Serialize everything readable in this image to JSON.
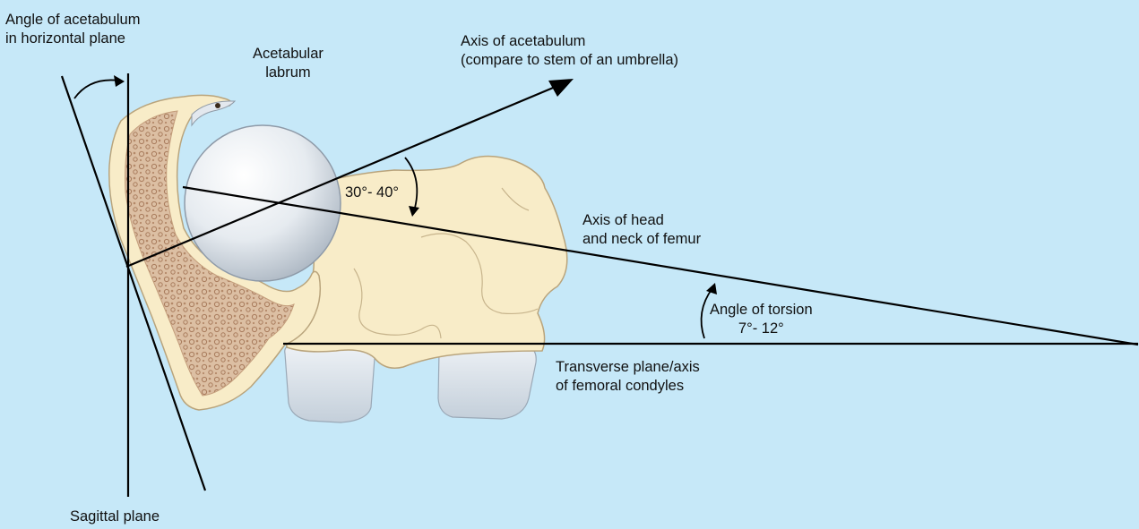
{
  "colors": {
    "background": "#c6e8f8",
    "bone": "#f8ecc8",
    "bone_outline": "#b9a47c",
    "cancellous": "#d9b79a",
    "femoral_head": "#e9eef3",
    "condyle_cartilage": "#dfe7ee",
    "lines": "#000000"
  },
  "labels": {
    "angle_acetabulum": [
      "Angle of acetabulum",
      "in horizontal plane"
    ],
    "acetabular_labrum": [
      "Acetabular",
      "labrum"
    ],
    "axis_acetabulum": [
      "Axis of acetabulum",
      "(compare to stem of an umbrella)"
    ],
    "angle_30_40": "30°- 40°",
    "axis_head_neck": [
      "Axis of head",
      "and neck of femur"
    ],
    "angle_torsion": [
      "Angle of torsion",
      "7°- 12°"
    ],
    "transverse_plane": [
      "Transverse plane/axis",
      "of femoral condyles"
    ],
    "sagittal_plane": "Sagittal plane"
  }
}
